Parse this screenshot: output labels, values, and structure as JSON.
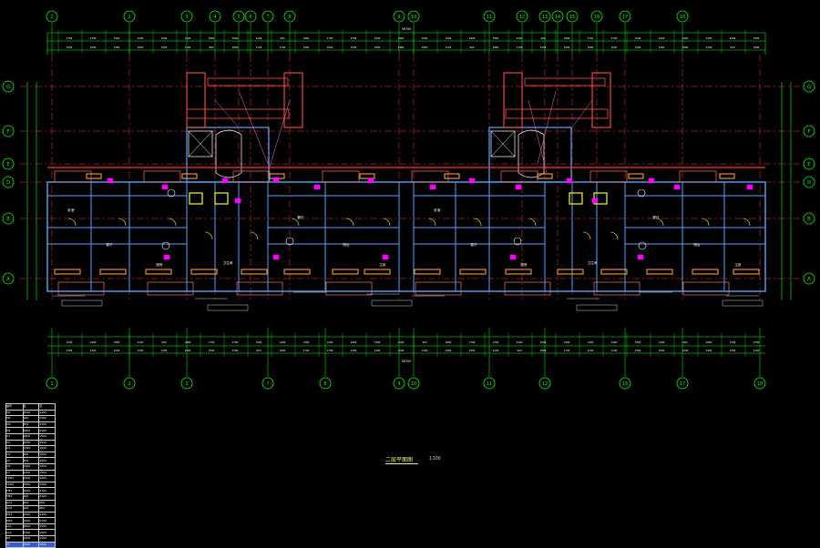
{
  "drawing": {
    "title": "二层平面图",
    "scale": "1:100",
    "colors": {
      "background": "#000000",
      "grid_axis": "#ff3030",
      "walls": "#4da6ff",
      "dimension": "#00ff00",
      "doors": "#ffff00",
      "text": "#ffffff",
      "furniture": "#ff9933",
      "annotation": "#ff00ff",
      "stair": "#ffffff"
    },
    "axes_top": [
      "1",
      "2",
      "3",
      "4",
      "5",
      "6",
      "7",
      "8",
      "9",
      "10",
      "11",
      "12",
      "13",
      "14",
      "15",
      "16",
      "17",
      "18"
    ],
    "axes_bottom": [
      "1",
      "2",
      "3",
      "7",
      "8",
      "9",
      "10",
      "11",
      "12",
      "16",
      "17",
      "18"
    ],
    "axes_side": [
      "G",
      "F",
      "E",
      "D",
      "B",
      "A"
    ],
    "overall_dimension": "56700",
    "room_labels": [
      "卧室",
      "客厅",
      "厨房",
      "卫生间",
      "餐厅",
      "阳台",
      "主卧"
    ],
    "legend_rows": [
      [
        "编号",
        "宽",
        "高"
      ],
      [
        "M1",
        "1000",
        "2100"
      ],
      [
        "M2",
        "900",
        "2100"
      ],
      [
        "M3",
        "800",
        "2100"
      ],
      [
        "M4",
        "1500",
        "2100"
      ],
      [
        "C1",
        "1800",
        "1500"
      ],
      [
        "C2",
        "1500",
        "1500"
      ],
      [
        "C3",
        "1200",
        "1500"
      ],
      [
        "C4",
        "900",
        "1500"
      ],
      [
        "C5",
        "600",
        "1500"
      ],
      [
        "C6",
        "2400",
        "1500"
      ],
      [
        "C7",
        "2100",
        "1500"
      ],
      [
        "TLM1",
        "2400",
        "2400"
      ],
      [
        "TLM2",
        "1800",
        "2400"
      ],
      [
        "FM1",
        "1000",
        "2100"
      ],
      [
        "FM2",
        "900",
        "2100"
      ],
      [
        "GC1",
        "600",
        "600"
      ],
      [
        "GC2",
        "900",
        "600"
      ],
      [
        "MC1",
        "1500",
        "2100"
      ],
      [
        "MC2",
        "1200",
        "2100"
      ],
      [
        "LC1",
        "3000",
        "1500"
      ],
      [
        "LC2",
        "2700",
        "1500"
      ],
      [
        "DK",
        "1200",
        "2100"
      ],
      [
        "YT",
        "2400",
        "2400"
      ]
    ]
  }
}
